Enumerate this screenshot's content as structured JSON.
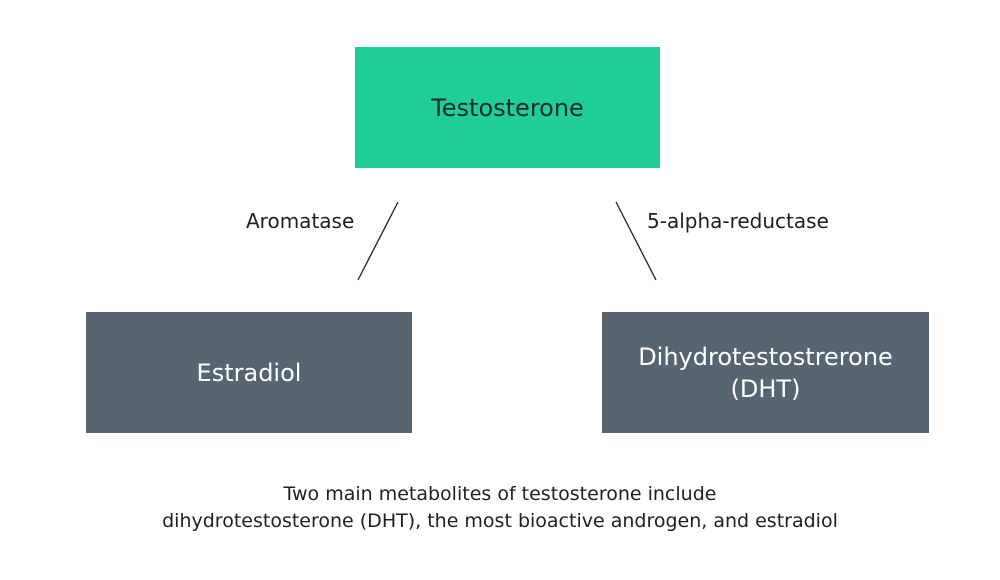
{
  "nodes": {
    "top": {
      "label": "Testosterone"
    },
    "left": {
      "label": "Estradiol"
    },
    "right": {
      "line1": "Dihydrotestostrerone",
      "line2": "(DHT)"
    }
  },
  "edges": {
    "left": {
      "label": "Aromatase"
    },
    "right": {
      "label": "5-alpha-reductase"
    }
  },
  "caption": {
    "line1": "Two main metabolites of testosterone include",
    "line2": "dihydrotestosterone (DHT), the most bioactive androgen, and estradiol"
  },
  "colors": {
    "top_fill": "#1fce96",
    "bottom_fill": "#566570",
    "line": "#1f1f1f"
  }
}
